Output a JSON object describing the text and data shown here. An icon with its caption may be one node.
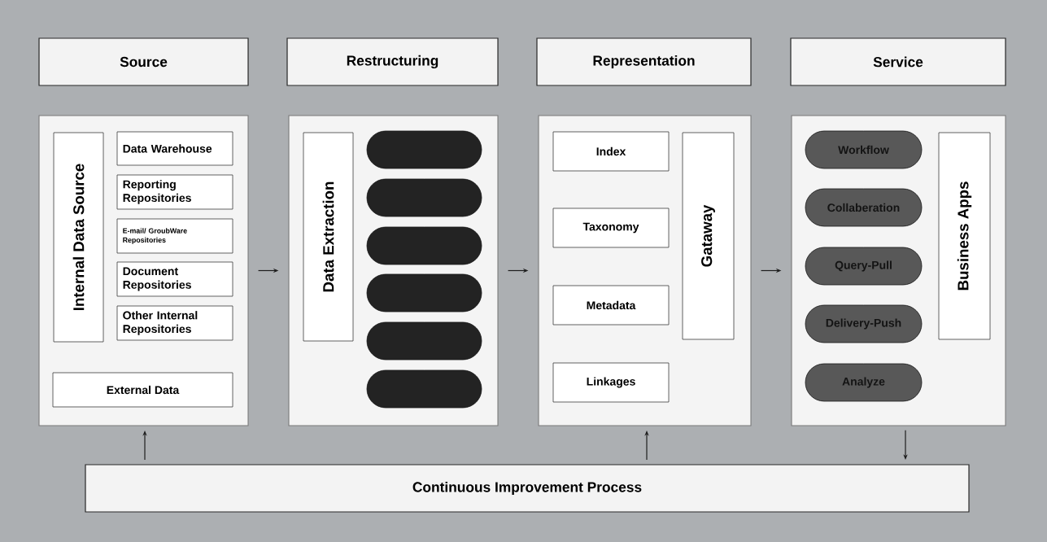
{
  "diagram": {
    "nodes": [
      {
        "text": [
          "Source"
        ]
      },
      {
        "text": [
          "Restructuring"
        ]
      },
      {
        "text": [
          "Representation"
        ]
      },
      {
        "text": [
          "Service"
        ]
      },
      {
        "text": [],
        "shape": "box"
      },
      {
        "text": [],
        "shape": "box"
      },
      {
        "text": [],
        "shape": "box"
      },
      {
        "text": [],
        "shape": "box"
      },
      {
        "text": [
          "Internal Data Source"
        ],
        "in": 4
      },
      {
        "text": [
          "Data Warehouse"
        ],
        "in": 4
      },
      {
        "text": [
          "Reporting Repositories"
        ],
        "in": 4
      },
      {
        "text": [
          "E-mail/ GroubWare Repositories"
        ],
        "in": 4
      },
      {
        "text": [
          "Document Repositories"
        ],
        "in": 4
      },
      {
        "text": [
          "Other Internal Repositories"
        ],
        "in": 4
      },
      {
        "text": [
          "External Data"
        ],
        "in": 4
      },
      {
        "text": [
          "Data Extraction"
        ],
        "in": 5
      },
      {
        "text": [],
        "shape": "pill",
        "in": 5
      },
      {
        "text": [],
        "shape": "pill",
        "in": 5
      },
      {
        "text": [],
        "shape": "pill",
        "in": 5
      },
      {
        "text": [],
        "shape": "pill",
        "in": 5
      },
      {
        "text": [],
        "shape": "pill",
        "in": 5
      },
      {
        "text": [],
        "shape": "pill",
        "in": 5
      },
      {
        "text": [
          "Index"
        ],
        "in": 6
      },
      {
        "text": [
          "Taxonomy"
        ],
        "in": 6
      },
      {
        "text": [
          "Metadata"
        ],
        "in": 6
      },
      {
        "text": [
          "Linkages"
        ],
        "in": 6
      },
      {
        "text": [
          "Gataway"
        ],
        "in": 6
      },
      {
        "text": [
          "Workflow"
        ],
        "in": 7
      },
      {
        "text": [
          "Collaberation"
        ],
        "in": 7
      },
      {
        "text": [
          "Query-Pull"
        ],
        "in": 7
      },
      {
        "text": [
          "Delivery-Push"
        ],
        "in": 7
      },
      {
        "text": [
          "Analyze"
        ],
        "in": 7
      },
      {
        "text": [
          "Business Apps"
        ],
        "in": 7
      },
      {
        "text": [
          "Continuous Improvement Process"
        ]
      }
    ],
    "edges": [
      {
        "from": 4,
        "to": 5,
        "arrow": "to"
      },
      {
        "from": 5,
        "to": 6,
        "arrow": "to"
      },
      {
        "from": 6,
        "to": 7,
        "arrow": "to"
      },
      {
        "from": 33,
        "to": 4,
        "arrow": "to"
      },
      {
        "from": 33,
        "to": 6,
        "arrow": "to"
      },
      {
        "from": 7,
        "to": 33,
        "arrow": "to"
      }
    ]
  }
}
